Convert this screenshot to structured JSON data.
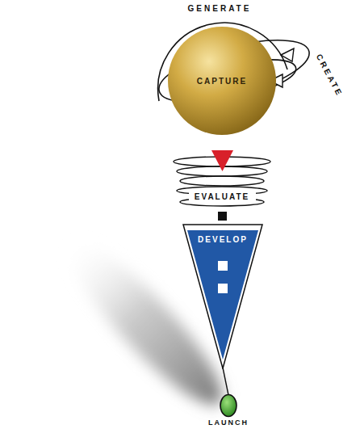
{
  "diagram": {
    "nodes": [
      {
        "text": [
          "CAPTURE"
        ]
      },
      {
        "text": [
          "EVALUATE"
        ]
      },
      {
        "text": [
          "DEVELOP"
        ]
      },
      {
        "text": [
          "LAUNCH"
        ]
      }
    ],
    "labels": [
      "GENERATE",
      "CREATE"
    ]
  }
}
